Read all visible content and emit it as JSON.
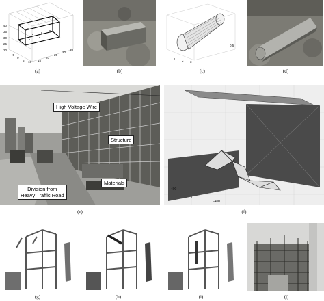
{
  "captions": {
    "a": "(a)",
    "b": "(b)",
    "c": "(c)",
    "d": "(d)",
    "e": "(e)",
    "f": "(f)",
    "g": "(g)",
    "h": "(h)",
    "i": "(i)",
    "j": "(j)"
  },
  "photo_e_labels": {
    "wire": "High Voltage Wire",
    "structure": "Structure",
    "materials": "Materials",
    "division_line1": "Division from",
    "division_line2": "Heavy Traffic Road"
  },
  "plot_a_ticks": {
    "y": [
      "40",
      "35",
      "30",
      "25",
      "20"
    ],
    "x": [
      "-5",
      "0",
      "5",
      "10"
    ],
    "z": [
      "15",
      "20",
      "25",
      "30",
      "35"
    ]
  },
  "plot_c_ticks": {
    "x": [
      "1",
      "2",
      "3"
    ],
    "z": [
      "0.5"
    ]
  },
  "plot_f_ticks": {
    "x": [
      "400",
      "0",
      "-400"
    ]
  }
}
